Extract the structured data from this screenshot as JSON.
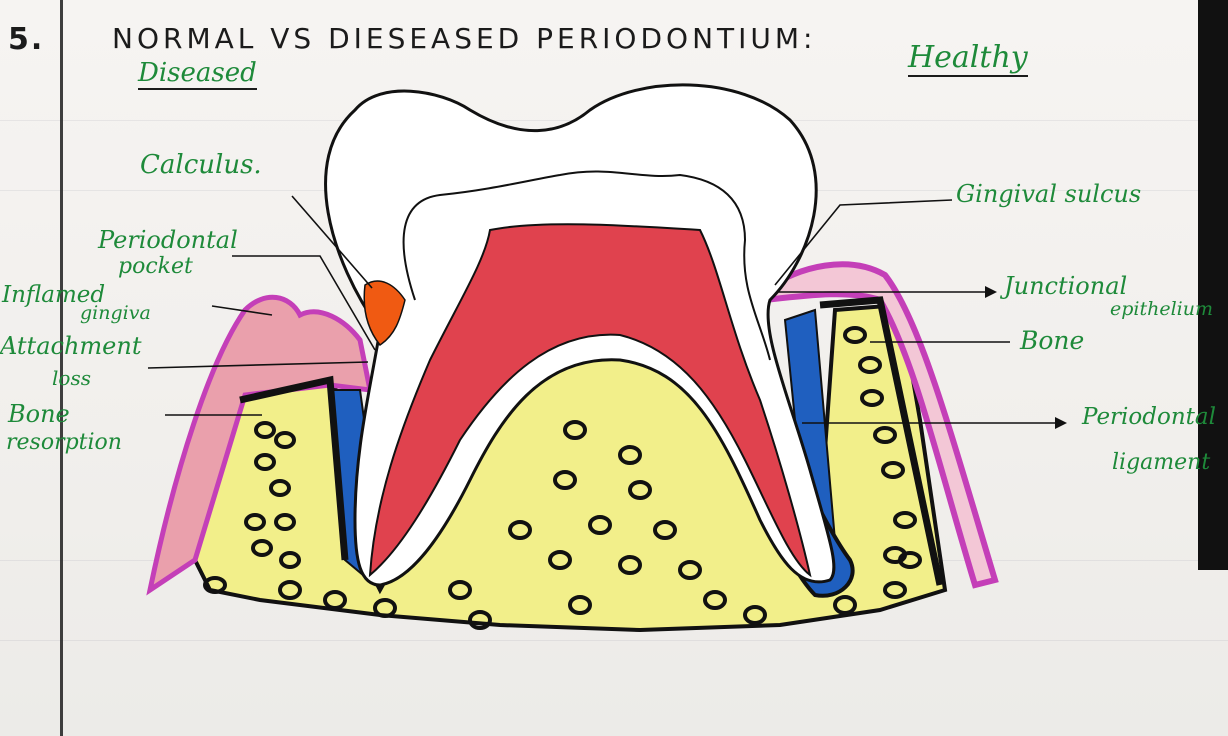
{
  "header": {
    "number": "5.",
    "title": "NORMAL   VS   DIESEASED   PERIODONTIUM:"
  },
  "sides": {
    "diseased": "Diseased",
    "healthy": "Healthy"
  },
  "labels": {
    "calculus": "Calculus.",
    "periodontal_pocket_1": "Periodontal",
    "periodontal_pocket_2": "pocket",
    "inflamed_gingiva_1": "Inflamed",
    "inflamed_gingiva_2": "gingiva",
    "attachment_loss_1": "Attachment",
    "attachment_loss_2": "loss",
    "bone_resorption_1": "Bone",
    "bone_resorption_2": "resorption",
    "gingival_sulcus": "Gingival sulcus",
    "junctional_1": "Junctional",
    "junctional_2": "epithelium",
    "bone": "Bone",
    "pdl_1": "Periodontal",
    "pdl_2": "ligament"
  },
  "colors": {
    "ink": "#1b1b1b",
    "label_green": "#1e8a3a",
    "pulp_red": "#e0424e",
    "ligament_blue": "#1f5fbf",
    "bone_yellow": "#f2ef8a",
    "gingiva_magenta": "#c43fb8",
    "calculus_orange": "#f05a12"
  }
}
